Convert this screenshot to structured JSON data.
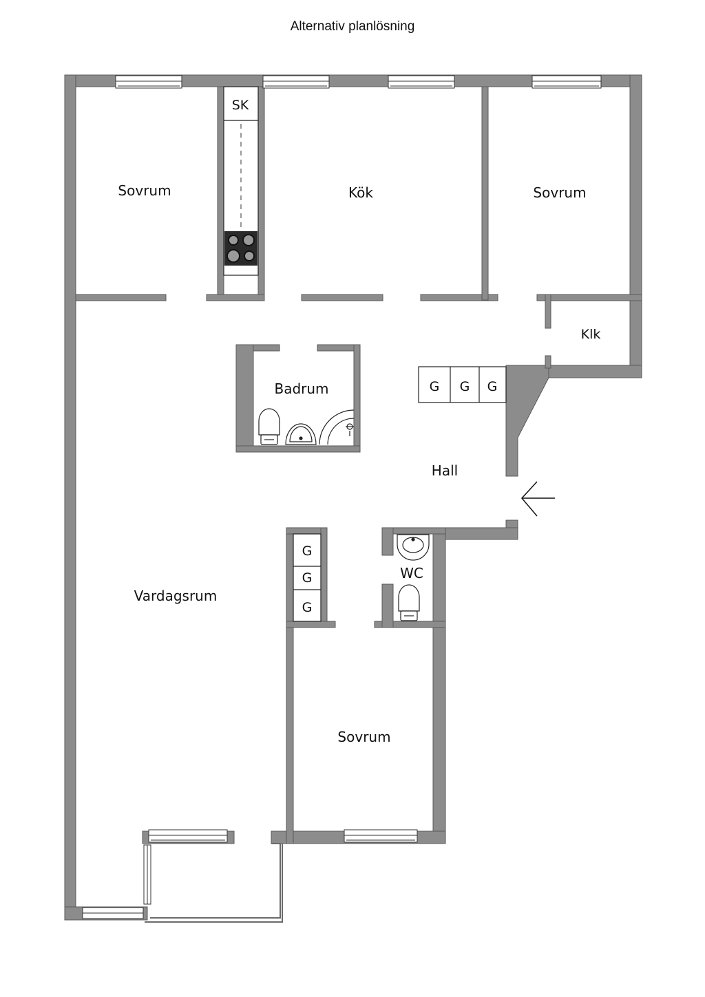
{
  "title": "Alternativ planlösning",
  "colors": {
    "wall": "#8c8c8c",
    "wall_stroke": "#5a5a5a",
    "line": "#222222",
    "background": "#ffffff"
  },
  "rooms": {
    "bedroom_nw": "Sovrum",
    "kitchen": "Kök",
    "bedroom_ne": "Sovrum",
    "closet_klk": "Klk",
    "storage_sk": "SK",
    "bathroom": "Badrum",
    "hall": "Hall",
    "living_room": "Vardagsrum",
    "wc": "WC",
    "bedroom_s": "Sovrum"
  },
  "wardrobes": {
    "hall_row": [
      "G",
      "G",
      "G"
    ],
    "column": [
      "G",
      "G",
      "G"
    ]
  },
  "icons": [
    "stove-icon",
    "toilet-icon",
    "sink-icon",
    "shower-icon",
    "entrance-arrow-icon",
    "window-icon"
  ]
}
